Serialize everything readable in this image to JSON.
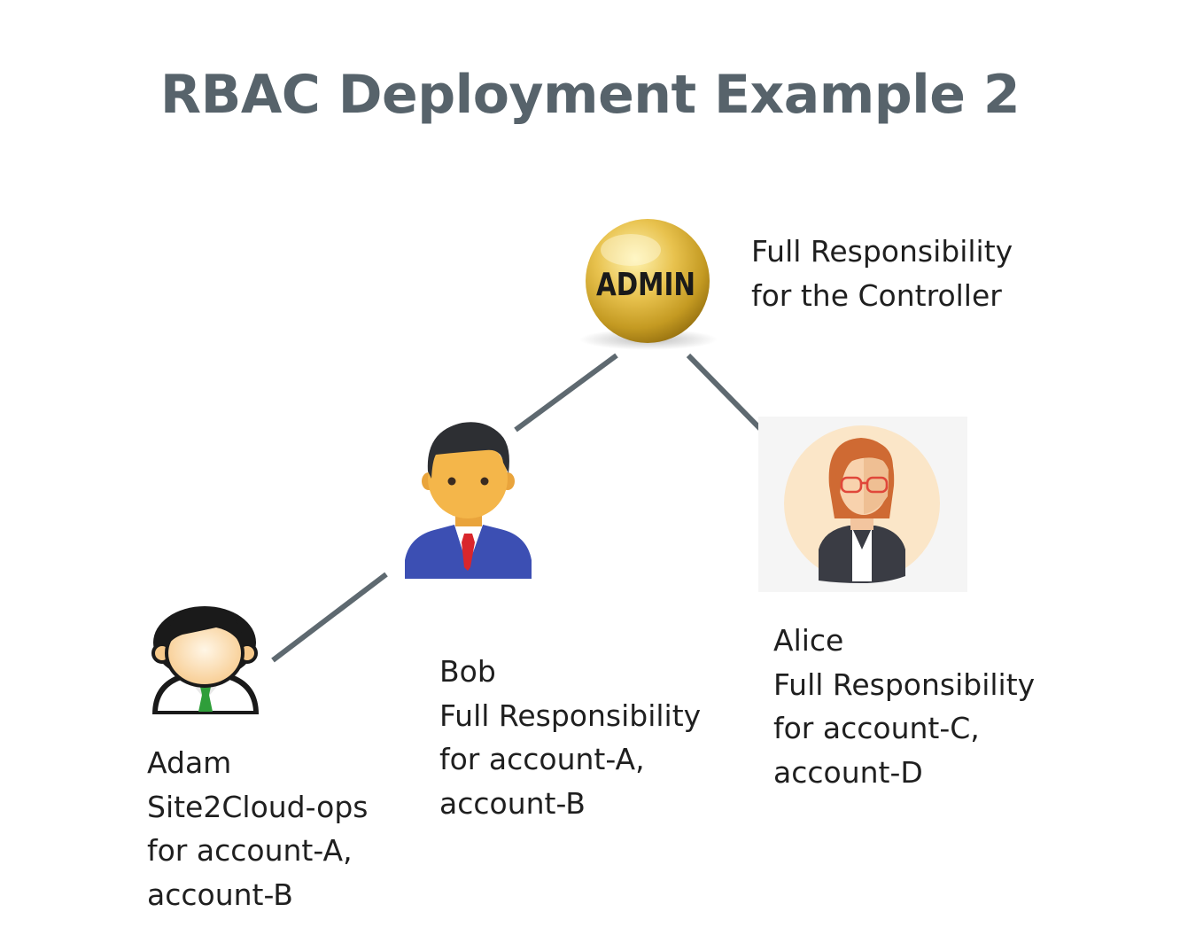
{
  "title": "RBAC Deployment Example 2",
  "colors": {
    "title": "#57636b",
    "connector": "#5e6970",
    "admin_badge": "#d7b13a",
    "bob_suit": "#3c4fb3",
    "alice_hair": "#cf6a33",
    "adam_tie": "#2f9e3a"
  },
  "icons": {
    "admin": "admin-badge-icon",
    "bob": "businessman-icon",
    "alice": "woman-avatar-icon",
    "adam": "user-avatar-icon"
  },
  "admin": {
    "badge_text": "ADMIN",
    "lines": [
      "Full Responsibility",
      "for the Controller"
    ]
  },
  "bob": {
    "name": "Bob",
    "lines": [
      "Full Responsibility",
      "for account-A,",
      "account-B"
    ]
  },
  "alice": {
    "name": "Alice",
    "lines": [
      "Full Responsibility",
      "for account-C,",
      "account-D"
    ]
  },
  "adam": {
    "name": "Adam",
    "lines": [
      "Site2Cloud-ops",
      "for account-A,",
      "account-B"
    ]
  }
}
